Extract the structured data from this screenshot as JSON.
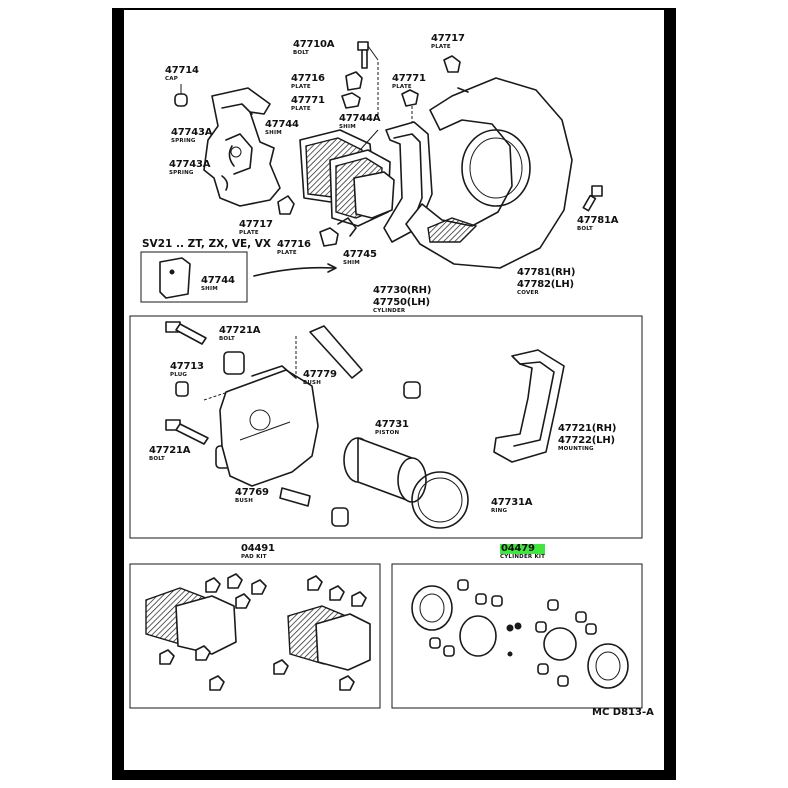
{
  "diagram": {
    "group_label": "SV21 .. ZT, ZX, VE, VX",
    "drawing_code": "MC D813-A",
    "highlight_color": "#3ee63e",
    "parts": [
      {
        "id": "p47710a",
        "number": "47710A",
        "name": "BOLT"
      },
      {
        "id": "p47717a",
        "number": "47717",
        "name": "PLATE"
      },
      {
        "id": "p47714",
        "number": "47714",
        "name": "CAP"
      },
      {
        "id": "p47716a",
        "number": "47716",
        "name": "PLATE"
      },
      {
        "id": "p47771a",
        "number": "47771",
        "name": "PLATE"
      },
      {
        "id": "p47771b",
        "number": "47771",
        "name": "PLATE"
      },
      {
        "id": "p47743a1",
        "number": "47743A",
        "name": "SPRING"
      },
      {
        "id": "p47744a",
        "number": "47744",
        "name": "SHIM"
      },
      {
        "id": "p47744b",
        "number": "47744A",
        "name": "SHIM"
      },
      {
        "id": "p47743a2",
        "number": "47743A",
        "name": "SPRING"
      },
      {
        "id": "p47781a",
        "number": "47781A",
        "name": "BOLT"
      },
      {
        "id": "p47717b",
        "number": "47717",
        "name": "PLATE"
      },
      {
        "id": "p47716b",
        "number": "47716",
        "name": "PLATE"
      },
      {
        "id": "p47745",
        "number": "47745",
        "name": "SHIM"
      },
      {
        "id": "p47781",
        "number": "47781(RH)",
        "name": ""
      },
      {
        "id": "p47782",
        "number": "47782(LH)",
        "name": "COVER"
      },
      {
        "id": "p47744c",
        "number": "47744",
        "name": "SHIM"
      },
      {
        "id": "p47730",
        "number": "47730(RH)",
        "name": ""
      },
      {
        "id": "p47750",
        "number": "47750(LH)",
        "name": "CYLINDER"
      },
      {
        "id": "p47721a1",
        "number": "47721A",
        "name": "BOLT"
      },
      {
        "id": "p47713",
        "number": "47713",
        "name": "PLUG"
      },
      {
        "id": "p47779",
        "number": "47779",
        "name": "BUSH"
      },
      {
        "id": "p47731",
        "number": "47731",
        "name": "PISTON"
      },
      {
        "id": "p47721",
        "number": "47721(RH)",
        "name": ""
      },
      {
        "id": "p47722",
        "number": "47722(LH)",
        "name": "MOUNTING"
      },
      {
        "id": "p47721a2",
        "number": "47721A",
        "name": "BOLT"
      },
      {
        "id": "p47769",
        "number": "47769",
        "name": "BUSH"
      },
      {
        "id": "p47731a",
        "number": "47731A",
        "name": "RING"
      },
      {
        "id": "p04491",
        "number": "04491",
        "name": "PAD KIT"
      },
      {
        "id": "p04479",
        "number": "04479",
        "name": "CYLINDER KIT",
        "highlighted": true
      }
    ]
  }
}
